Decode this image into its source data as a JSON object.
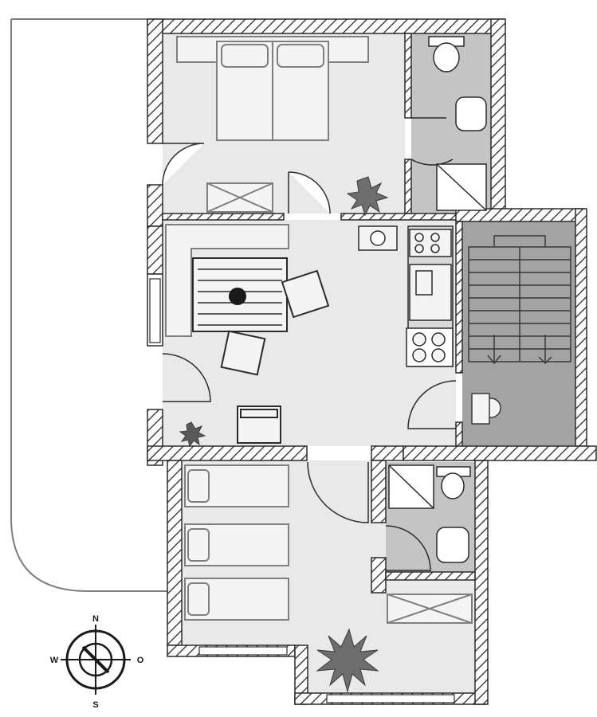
{
  "colors": {
    "background": "#ffffff",
    "floor": "#e9e9e9",
    "wet_room": "#c4c4c4",
    "stairwell": "#a3a3a3",
    "wall": "#2b2b2b",
    "fixture": "#7f7f7f",
    "fixture_fill": "#f4f4f4",
    "dark": "#1a1a1a"
  },
  "compass": {
    "north": "N",
    "south": "S",
    "west": "W",
    "east": "O"
  }
}
